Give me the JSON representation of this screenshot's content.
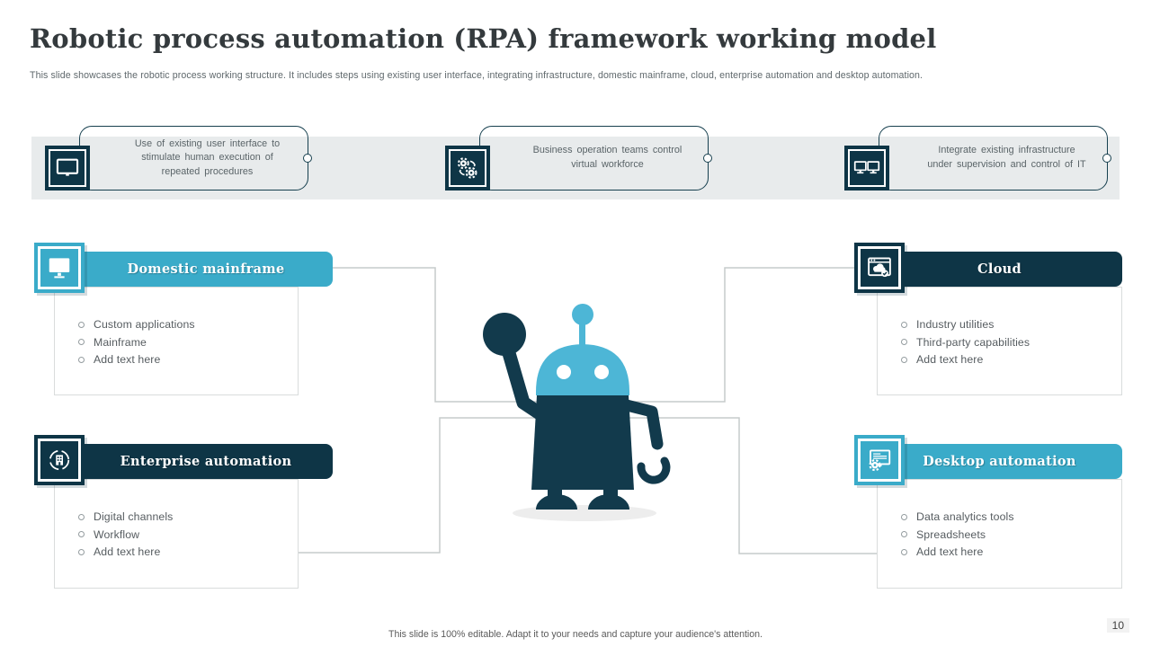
{
  "slide": {
    "title": "Robotic process automation (RPA) framework working model",
    "subtitle": "This slide showcases the robotic process working structure. It includes steps using existing user interface, integrating infrastructure, domestic mainframe, cloud, enterprise automation and desktop automation.",
    "footer_note": "This slide is 100% editable. Adapt it to your needs and capture your audience's attention.",
    "page_number": "10"
  },
  "callouts": [
    {
      "icon": "monitor-icon",
      "text": "Use of existing user interface to stimulate human execution of repeated procedures"
    },
    {
      "icon": "process-gears-icon",
      "text": "Business operation teams control virtual workforce"
    },
    {
      "icon": "dual-monitor-icon",
      "text": "Integrate existing infrastructure under supervision and control of IT"
    }
  ],
  "cards": [
    {
      "title": "Domestic mainframe",
      "style": "teal",
      "icon": "monitor-icon",
      "bullets": [
        "Custom applications",
        "Mainframe",
        "Add text here"
      ]
    },
    {
      "title": "Cloud",
      "style": "navy",
      "icon": "cloud-window-icon",
      "bullets": [
        "Industry utilities",
        "Third-party capabilities",
        "Add text here"
      ]
    },
    {
      "title": "Enterprise automation",
      "style": "navy",
      "icon": "enterprise-building-icon",
      "bullets": [
        "Digital channels",
        "Workflow",
        "Add text here"
      ]
    },
    {
      "title": "Desktop automation",
      "style": "teal",
      "icon": "desktop-gear-icon",
      "bullets": [
        "Data analytics tools",
        "Spreadsheets",
        "Add text here"
      ]
    }
  ],
  "colors": {
    "navy": "#0e3546",
    "teal": "#3aabc9",
    "robot_head": "#4db6d6",
    "band": "#e8ebec",
    "line": "#c6cbcb"
  }
}
